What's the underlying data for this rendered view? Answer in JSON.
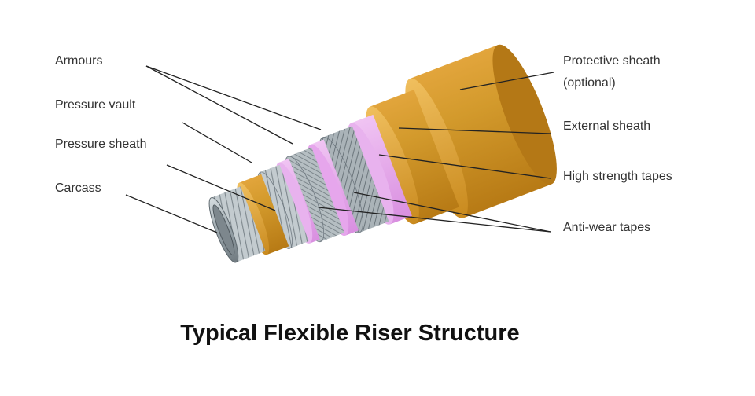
{
  "labels": {
    "armours": "Armours",
    "pressure_vault": "Pressure vault",
    "pressure_sheath": "Pressure sheath",
    "carcass": "Carcass",
    "protective_sheath_line1": "Protective sheath",
    "protective_sheath_line2": "(optional)",
    "external_sheath": "External sheath",
    "high_strength_tapes": "High strength tapes",
    "anti_wear_tapes": "Anti-wear tapes"
  },
  "caption": "Typical Flexible Riser Structure",
  "colors": {
    "sheath_orange": "#c98a1e",
    "sheath_light": "#e9b04a",
    "tape_pink": "#e6a6ec",
    "steel": "#a9b3b8",
    "steel_dark": "#6e7880"
  }
}
